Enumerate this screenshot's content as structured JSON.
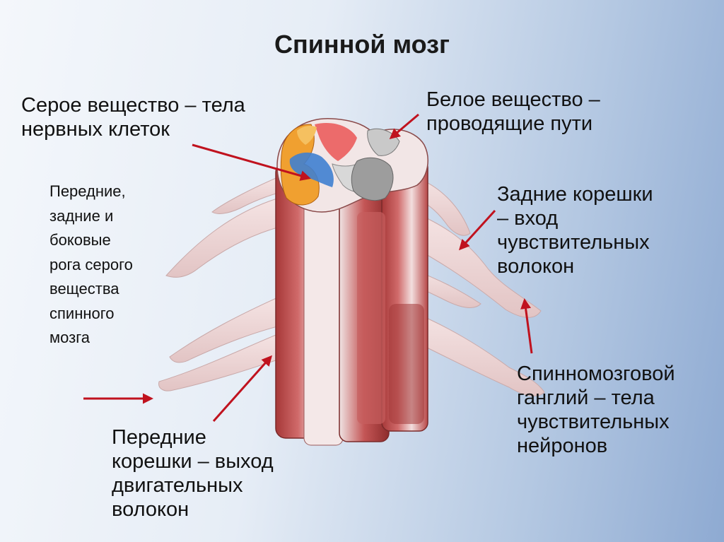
{
  "title": "Спинной мозг",
  "labels": {
    "grey_matter": [
      "Серое вещество – тела",
      "нервных клеток"
    ],
    "white_matter": [
      "Белое вещество –",
      "проводящие пути"
    ],
    "horns": [
      "Передние,",
      "задние и",
      "боковые",
      "рога серого",
      "вещества",
      "спинного",
      "мозга"
    ],
    "dorsal_roots": [
      "Задние корешки",
      "– вход",
      "чувствительных",
      "волокон"
    ],
    "ganglion": [
      "Спинномозговой",
      "ганглий – тела",
      "чувствительных",
      "нейронов"
    ],
    "ventral_roots": [
      "Передние",
      "корешки – выход",
      "двигательных",
      "волокон"
    ]
  },
  "colors": {
    "arrow": "#c0121e",
    "column_red": "#b03a3c",
    "column_light": "#f1dcdc",
    "grey_matter": "#9d9d9d",
    "horn_orange": "#f0a030",
    "horn_blue": "#3f7fd0",
    "horn_pink": "#ec6b6b"
  }
}
